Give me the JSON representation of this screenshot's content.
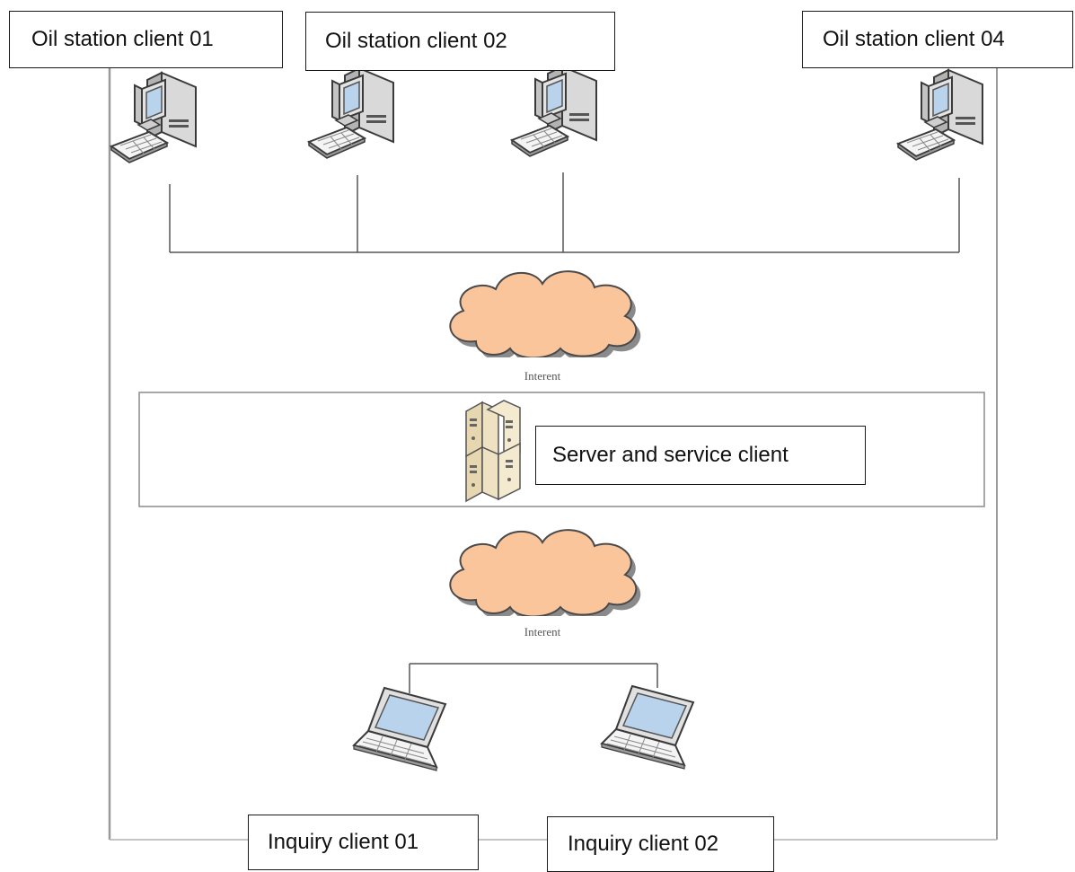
{
  "oil_station_clients": [
    {
      "label": "Oil station client 01"
    },
    {
      "label": "Oil station client 02"
    },
    {
      "label": ""
    },
    {
      "label": "Oil station client 04"
    }
  ],
  "internet_top": {
    "caption": "Interent"
  },
  "server": {
    "label": "Server and service client"
  },
  "internet_bottom": {
    "caption": "Interent"
  },
  "inquiry_clients": [
    {
      "label": "Inquiry client 01"
    },
    {
      "label": "Inquiry client 02"
    }
  ],
  "colors": {
    "cloud_fill": "#fbc59b",
    "cloud_shadow": "#8a8a8a",
    "line": "#555555",
    "frame": "#9a9a9a",
    "server_body": "#efe2c2",
    "monitor_screen": "#b9d3ec"
  },
  "icons": {
    "workstation": "desktop-computer-icon",
    "cloud": "internet-cloud-icon",
    "server": "server-tower-icon",
    "laptop": "laptop-icon"
  }
}
